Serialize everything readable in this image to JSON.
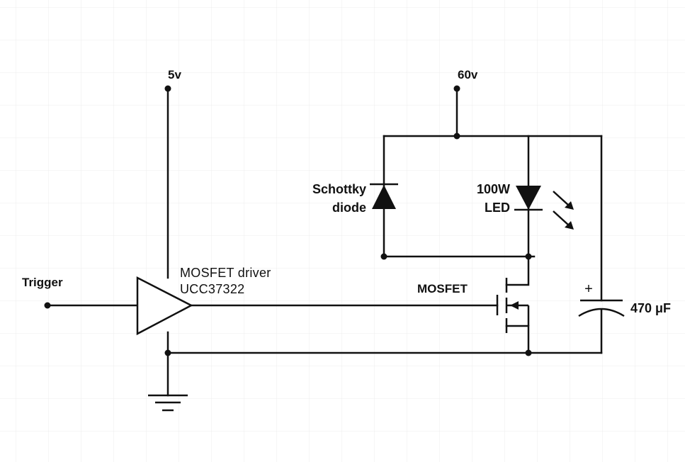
{
  "labels": {
    "v5": "5v",
    "v60": "60v",
    "trigger": "Trigger",
    "driver_line1": "MOSFET driver",
    "driver_line2": "UCC37322",
    "mosfet": "MOSFET",
    "schottky_line1": "Schottky",
    "schottky_line2": "diode",
    "led_line1": "100W",
    "led_line2": "LED",
    "capacitor_value": "470 μF",
    "capacitor_polarity": "+"
  },
  "colors": {
    "wire": "#111111",
    "grid": "#ececec",
    "background": "#ffffff"
  },
  "icons": [
    "ground-icon",
    "diode-icon",
    "led-icon",
    "light-arrow-icon",
    "capacitor-icon",
    "mosfet-icon",
    "amplifier-icon"
  ]
}
